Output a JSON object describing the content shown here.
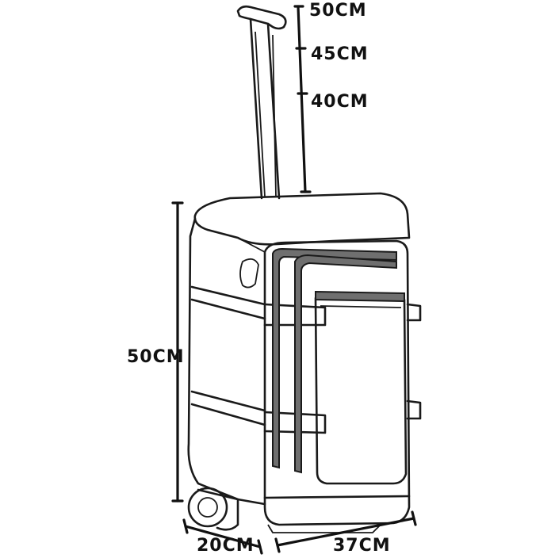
{
  "dimensions": {
    "handle_top": "50CM",
    "handle_mid": "45CM",
    "handle_low": "40CM",
    "height": "50CM",
    "depth": "20CM",
    "width": "37CM"
  },
  "colors": {
    "line": "#1a1a1a",
    "zipper": "#6f6f6f",
    "background": "#ffffff"
  }
}
